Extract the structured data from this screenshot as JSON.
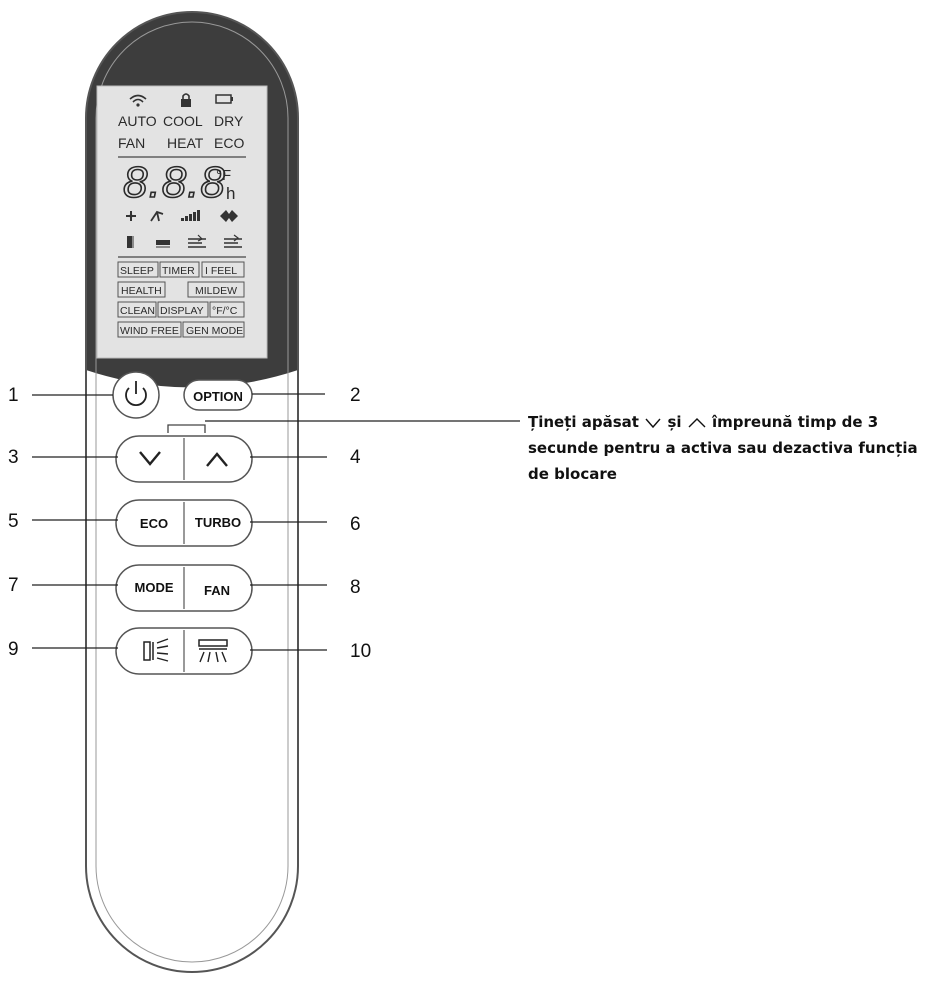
{
  "lcd": {
    "modes_row1": [
      "AUTO",
      "COOL",
      "DRY"
    ],
    "modes_row2": [
      "FAN",
      "HEAT",
      "ECO"
    ],
    "digits": "8.8.8",
    "unit_top": "°F",
    "unit_bottom": "h",
    "functions_row1": [
      "SLEEP",
      "TIMER",
      "I FEEL"
    ],
    "functions_row2": [
      "HEALTH",
      "MILDEW"
    ],
    "functions_row3": [
      "CLEAN",
      "DISPLAY",
      "°F/°C"
    ],
    "functions_row4": [
      "WIND FREE",
      "GEN MODE"
    ],
    "icons": [
      "wifi-icon",
      "lock-icon",
      "battery-icon",
      "fan-speed-icon",
      "swing-icon",
      "signal-bars-icon",
      "turbo-icon",
      "vertical-louver-icon",
      "horizontal-louver-icon",
      "airflow-up-icon",
      "airflow-down-icon"
    ]
  },
  "buttons": {
    "power_icon": "power-icon",
    "option": "OPTION",
    "down_icon": "chevron-down-icon",
    "up_icon": "chevron-up-icon",
    "eco": "ECO",
    "turbo": "TURBO",
    "mode": "MODE",
    "fan": "FAN",
    "vertical_swing_icon": "vertical-swing-icon",
    "horizontal_swing_icon": "horizontal-swing-icon"
  },
  "callouts": [
    "1",
    "2",
    "3",
    "4",
    "5",
    "6",
    "7",
    "8",
    "9",
    "10"
  ],
  "note": {
    "part1": "Țineți apăsat",
    "part2": "și",
    "part3": "împreună timp de 3",
    "line2": "secunde pentru a activa sau dezactiva funcția",
    "line3": "de blocare"
  },
  "colors": {
    "remote_top": "#3d3d3d",
    "lcd_bg": "#e3e3e3",
    "outline": "#555555"
  }
}
